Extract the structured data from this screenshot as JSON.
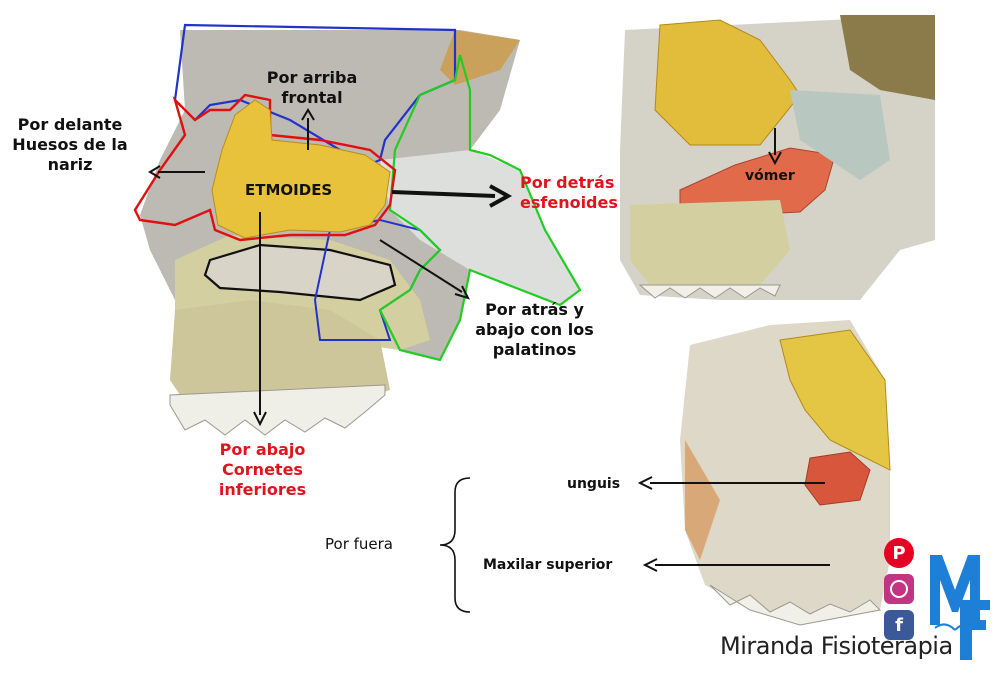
{
  "labels": {
    "arriba": [
      "Por arriba",
      "frontal"
    ],
    "delante": [
      "Por delante",
      "Huesos  de la",
      "nariz"
    ],
    "etmoides": "ETMOIDES",
    "detras": [
      "Por detrás",
      "esfenoides"
    ],
    "atras_abajo": [
      "Por atrás y",
      "abajo con los",
      "palatinos"
    ],
    "abajo": [
      "Por abajo",
      "Cornetes",
      "inferiores"
    ],
    "vomer": "vómer",
    "unguis": "unguis",
    "fuera": "Por fuera",
    "maxilar": "Maxilar superior"
  },
  "brand": {
    "name": "Miranda Fisioterapia",
    "logo_letters": "MF",
    "social_icons": [
      "pinterest-icon",
      "instagram-icon",
      "facebook-icon"
    ]
  },
  "colors": {
    "etmoides_yellow": "#e8c23a",
    "outline_red": "#e01010",
    "outline_blue": "#2233cc",
    "outline_green": "#22cc22",
    "vomer_orange": "#e06a4a",
    "unguis_red": "#d8573c",
    "label_red": "#e1141e",
    "logo_blue": "#1d7fd6"
  }
}
